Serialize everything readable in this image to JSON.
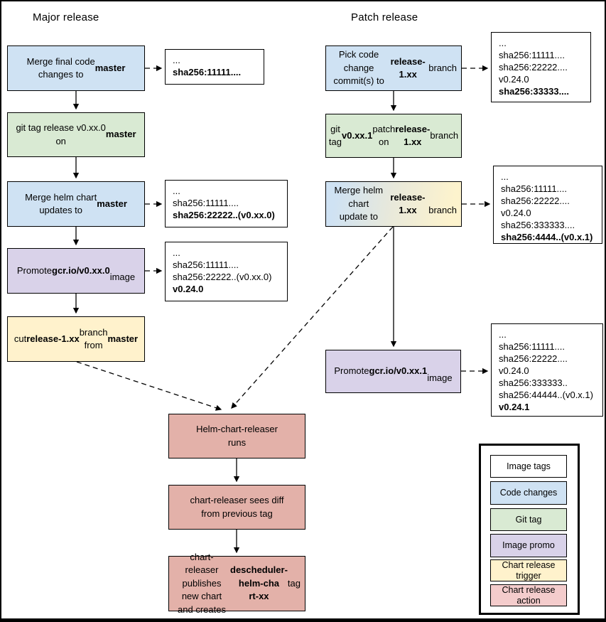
{
  "major": {
    "title": "Major release",
    "merge_code": [
      {
        "t": "Merge final code\nchanges to "
      },
      {
        "t": "master",
        "b": true
      }
    ],
    "git_tag": [
      {
        "t": "git tag release v0.xx.0\non "
      },
      {
        "t": "master",
        "b": true
      }
    ],
    "merge_helm": [
      {
        "t": "Merge helm chart\nupdates to "
      },
      {
        "t": "master",
        "b": true
      }
    ],
    "promote": [
      {
        "t": "Promote "
      },
      {
        "t": "gcr.io/v0.xx.0",
        "b": true
      },
      {
        "t": "\nimage"
      }
    ],
    "cut_branch": [
      {
        "t": "cut "
      },
      {
        "t": "release-1.xx",
        "b": true
      },
      {
        "t": " branch\nfrom "
      },
      {
        "t": "master",
        "b": true
      }
    ]
  },
  "patch": {
    "title": "Patch release",
    "pick_commits": [
      {
        "t": "Pick code change\ncommit(s) to\n"
      },
      {
        "t": "release-1.xx",
        "b": true
      },
      {
        "t": " branch"
      }
    ],
    "git_tag": [
      {
        "t": "git tag "
      },
      {
        "t": "v0.xx.1",
        "b": true
      },
      {
        "t": " patch on\n"
      },
      {
        "t": "release-1.xx",
        "b": true
      },
      {
        "t": " branch"
      }
    ],
    "merge_helm": [
      {
        "t": "Merge helm chart\nupdate to "
      },
      {
        "t": "release-1.xx",
        "b": true
      },
      {
        "t": "\nbranch"
      }
    ],
    "promote": [
      {
        "t": "Promote "
      },
      {
        "t": "gcr.io/v0.xx.1",
        "b": true
      },
      {
        "t": "\nimage"
      }
    ]
  },
  "releaser": {
    "runs": [
      {
        "t": "Helm-chart-releaser\nruns"
      }
    ],
    "sees_diff": [
      {
        "t": "chart-releaser sees diff\nfrom previous tag"
      }
    ],
    "publishes": [
      {
        "t": "chart-releaser publishes\nnew chart and creates\n"
      },
      {
        "t": "descheduler-helm-cha\nrt-xx",
        "b": true
      },
      {
        "t": " tag"
      }
    ]
  },
  "annotations": {
    "major_code": {
      "lines": [
        [
          {
            "t": "..."
          }
        ],
        [
          {
            "t": "sha256:11111....",
            "b": true
          }
        ]
      ]
    },
    "major_helm": {
      "lines": [
        [
          {
            "t": "..."
          }
        ],
        [
          {
            "t": "sha256:11111...."
          }
        ],
        [
          {
            "t": "sha256:22222..(v0.xx.0)",
            "b": true
          }
        ]
      ]
    },
    "major_promote": {
      "lines": [
        [
          {
            "t": "..."
          }
        ],
        [
          {
            "t": "sha256:11111...."
          }
        ],
        [
          {
            "t": "sha256:22222..(v0.xx.0)"
          }
        ],
        [
          {
            "t": "v0.24.0",
            "b": true
          }
        ]
      ]
    },
    "patch_code": {
      "lines": [
        [
          {
            "t": "..."
          }
        ],
        [
          {
            "t": "sha256:11111...."
          }
        ],
        [
          {
            "t": "sha256:22222...."
          }
        ],
        [
          {
            "t": "v0.24.0"
          }
        ],
        [
          {
            "t": "sha256:33333....",
            "b": true
          }
        ]
      ]
    },
    "patch_helm": {
      "lines": [
        [
          {
            "t": "..."
          }
        ],
        [
          {
            "t": "sha256:11111...."
          }
        ],
        [
          {
            "t": "sha256:22222...."
          }
        ],
        [
          {
            "t": "v0.24.0"
          }
        ],
        [
          {
            "t": "sha256:333333...."
          }
        ],
        [
          {
            "t": "sha256:4444..(v0.x.1)",
            "b": true
          }
        ]
      ]
    },
    "patch_promote": {
      "lines": [
        [
          {
            "t": "..."
          }
        ],
        [
          {
            "t": "sha256:11111...."
          }
        ],
        [
          {
            "t": "sha256:22222...."
          }
        ],
        [
          {
            "t": "v0.24.0"
          }
        ],
        [
          {
            "t": "sha256:333333.."
          }
        ],
        [
          {
            "t": "sha256:44444..(v0.x.1)"
          }
        ],
        [
          {
            "t": "v0.24.1",
            "b": true
          }
        ]
      ]
    }
  },
  "legend": {
    "items": [
      {
        "label": "Image tags",
        "color": "#ffffff"
      },
      {
        "label": "Code changes",
        "color": "#cfe2f3"
      },
      {
        "label": "Git tag",
        "color": "#d9ead3"
      },
      {
        "label": "Image promo",
        "color": "#d9d2e9"
      },
      {
        "label": "Chart release\ntrigger",
        "color": "#fff2cc"
      },
      {
        "label": "Chart release\naction",
        "color": "#f4cccc"
      }
    ]
  },
  "colors": {
    "code_changes": "#cfe2f3",
    "git_tag": "#d9ead3",
    "image_promo": "#d9d2e9",
    "chart_release_trigger": "#fff2cc",
    "chart_release_action": "#e3b1a9",
    "annotation_bg": "#ffffff",
    "gradient_start": "#cfe2f3",
    "gradient_end": "#fdf3cd"
  }
}
